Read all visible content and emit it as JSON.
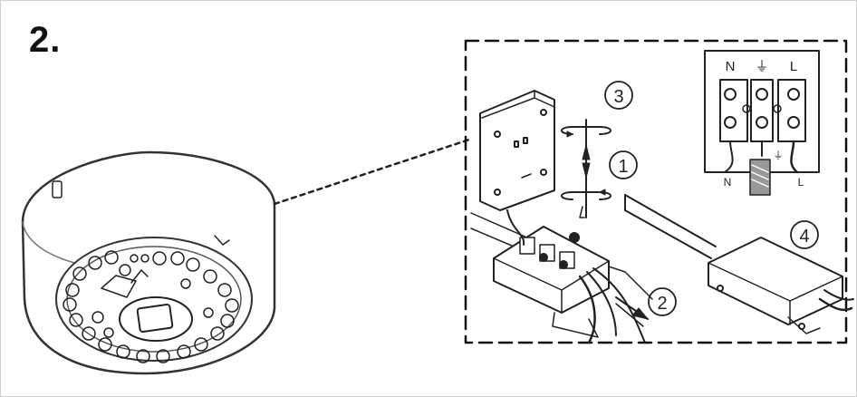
{
  "step_number": "2.",
  "callouts": [
    "1",
    "2",
    "3",
    "4"
  ],
  "terminal_labels": {
    "neutral": "N",
    "live": "L",
    "earth_symbol": "⏚"
  }
}
